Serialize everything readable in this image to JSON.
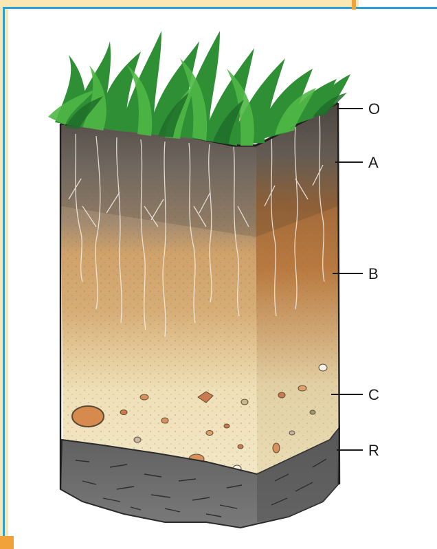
{
  "diagram": {
    "horizons": [
      {
        "id": "O",
        "label": "O"
      },
      {
        "id": "A",
        "label": "A"
      },
      {
        "id": "B",
        "label": "B"
      },
      {
        "id": "C",
        "label": "C"
      },
      {
        "id": "R",
        "label": "R"
      }
    ]
  },
  "colors": {
    "page_background": "#ffffff",
    "frame_blue": "#2aa1d4",
    "frame_yellow": "#fbe7b3",
    "frame_orange": "#f2a23a",
    "grass": "#2f9a3a",
    "topsoil": "#6e6660",
    "subsoil": "#c8924f",
    "parent_material": "#eee2b8",
    "bedrock": "#6e6e6e"
  }
}
